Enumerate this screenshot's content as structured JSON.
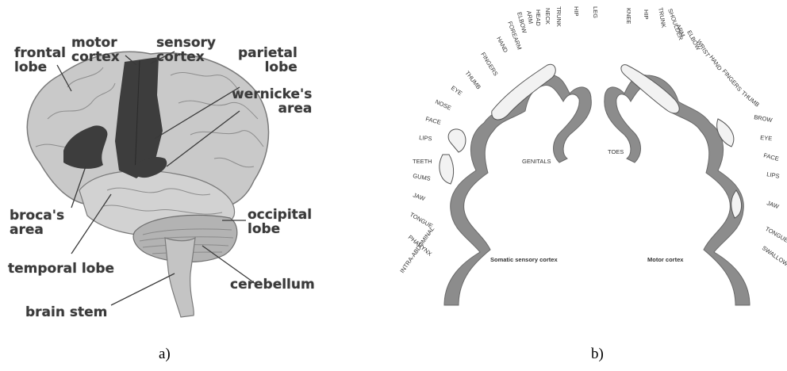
{
  "figure_a": {
    "caption": "a)",
    "labels": {
      "frontal_lobe": "frontal\nlobe",
      "motor_cortex": "motor\ncortex",
      "sensory_cortex": "sensory\ncortex",
      "parietal_lobe": "parietal\nlobe",
      "wernickes_area": "wernicke's\narea",
      "brocas_area": "broca's\narea",
      "occipital_lobe": "occipital\nlobe",
      "temporal_lobe": "temporal lobe",
      "cerebellum": "cerebellum",
      "brain_stem": "brain stem"
    }
  },
  "figure_b": {
    "caption": "b)",
    "sensory_title": "Somatic sensory cortex",
    "motor_title": "Motor cortex",
    "sensory_labels": [
      "LEG",
      "HIP",
      "TRUNK",
      "NECK",
      "HEAD",
      "ARM",
      "ELBOW",
      "FOREARM",
      "HAND",
      "FINGERS",
      "THUMB",
      "EYE",
      "NOSE",
      "FACE",
      "LIPS",
      "TEETH",
      "GUMS",
      "JAW",
      "TONGUE",
      "PHARYNX",
      "INTRA-ABDOMINAL",
      "GENITALS"
    ],
    "motor_labels": [
      "TOES",
      "KNEE",
      "HIP",
      "TRUNK",
      "SHOULDER",
      "ARM",
      "ELBOW",
      "WRIST",
      "HAND",
      "FINGERS",
      "THUMB",
      "BROW",
      "EYE",
      "FACE",
      "LIPS",
      "JAW",
      "TONGUE",
      "SWALLOWING"
    ]
  },
  "colors": {
    "dark_cortex": "#3d3d3d",
    "brain_gray": "#c4c4c4",
    "cortex_gray": "#8c8c8c"
  }
}
